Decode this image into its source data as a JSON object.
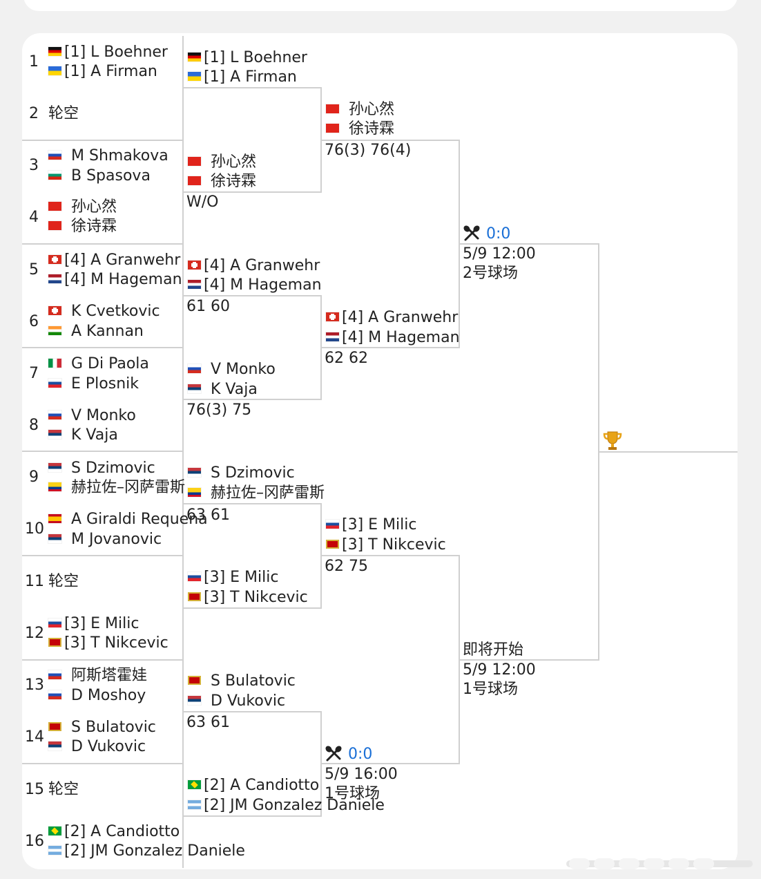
{
  "bracket": {
    "round1": [
      {
        "num": "1",
        "p": [
          {
            "flag": "de",
            "name": "[1] L Boehner"
          },
          {
            "flag": "ua",
            "name": "[1] A Firman"
          }
        ]
      },
      {
        "num": "2",
        "bye": "轮空"
      },
      {
        "num": "3",
        "p": [
          {
            "flag": "ru",
            "name": "M Shmakova"
          },
          {
            "flag": "bg",
            "name": "B Spasova"
          }
        ]
      },
      {
        "num": "4",
        "p": [
          {
            "flag": "cn",
            "name": "孙心然"
          },
          {
            "flag": "cn",
            "name": "徐诗霖"
          }
        ]
      },
      {
        "num": "5",
        "p": [
          {
            "flag": "ch",
            "name": "[4] A Granwehr"
          },
          {
            "flag": "nl",
            "name": "[4] M Hageman"
          }
        ]
      },
      {
        "num": "6",
        "p": [
          {
            "flag": "ch",
            "name": "K Cvetkovic"
          },
          {
            "flag": "in",
            "name": "A Kannan"
          }
        ]
      },
      {
        "num": "7",
        "p": [
          {
            "flag": "it",
            "name": "G Di Paola"
          },
          {
            "flag": "si",
            "name": "E Plosnik"
          }
        ]
      },
      {
        "num": "8",
        "p": [
          {
            "flag": "ru",
            "name": "V Monko"
          },
          {
            "flag": "rs",
            "name": "K Vaja"
          }
        ]
      },
      {
        "num": "9",
        "p": [
          {
            "flag": "rs",
            "name": "S Dzimovic"
          },
          {
            "flag": "co",
            "name": "赫拉佐–冈萨雷斯"
          }
        ]
      },
      {
        "num": "10",
        "p": [
          {
            "flag": "es",
            "name": "A Giraldi Requena"
          },
          {
            "flag": "rs",
            "name": "M Jovanovic"
          }
        ]
      },
      {
        "num": "11",
        "bye": "轮空"
      },
      {
        "num": "12",
        "p": [
          {
            "flag": "si",
            "name": "[3] E Milic"
          },
          {
            "flag": "me",
            "name": "[3] T Nikcevic"
          }
        ]
      },
      {
        "num": "13",
        "p": [
          {
            "flag": "ru",
            "name": "阿斯塔霍娃"
          },
          {
            "flag": "ru",
            "name": "D Moshoy"
          }
        ]
      },
      {
        "num": "14",
        "p": [
          {
            "flag": "me",
            "name": "S Bulatovic"
          },
          {
            "flag": "rs",
            "name": "D Vukovic"
          }
        ]
      },
      {
        "num": "15",
        "bye": "轮空"
      },
      {
        "num": "16",
        "p": [
          {
            "flag": "br",
            "name": "[2] A Candiotto"
          },
          {
            "flag": "ar",
            "name": "[2] JM Gonzalez Daniele"
          }
        ]
      }
    ],
    "round2": [
      {
        "p": [
          {
            "flag": "de",
            "name": "[1] L Boehner"
          },
          {
            "flag": "ua",
            "name": "[1] A Firman"
          }
        ],
        "score": ""
      },
      {
        "p": [
          {
            "flag": "cn",
            "name": "孙心然"
          },
          {
            "flag": "cn",
            "name": "徐诗霖"
          }
        ],
        "score": "W/O"
      },
      {
        "p": [
          {
            "flag": "ch",
            "name": "[4] A Granwehr"
          },
          {
            "flag": "nl",
            "name": "[4] M Hageman"
          }
        ],
        "score": "61 60"
      },
      {
        "p": [
          {
            "flag": "ru",
            "name": "V Monko"
          },
          {
            "flag": "rs",
            "name": "K Vaja"
          }
        ],
        "score": "76(3) 75"
      },
      {
        "p": [
          {
            "flag": "rs",
            "name": "S Dzimovic"
          },
          {
            "flag": "co",
            "name": "赫拉佐–冈萨雷斯"
          }
        ],
        "score": "63 61"
      },
      {
        "p": [
          {
            "flag": "si",
            "name": "[3] E Milic"
          },
          {
            "flag": "me",
            "name": "[3] T Nikcevic"
          }
        ],
        "score": ""
      },
      {
        "p": [
          {
            "flag": "me",
            "name": "S Bulatovic"
          },
          {
            "flag": "rs",
            "name": "D Vukovic"
          }
        ],
        "score": "63 61"
      },
      {
        "p": [
          {
            "flag": "br",
            "name": "[2] A Candiotto"
          },
          {
            "flag": "ar",
            "name": "[2] JM Gonzalez Daniele"
          }
        ],
        "score": ""
      }
    ],
    "round3": [
      {
        "p": [
          {
            "flag": "cn",
            "name": "孙心然"
          },
          {
            "flag": "cn",
            "name": "徐诗霖"
          }
        ],
        "score": "76(3) 76(4)"
      },
      {
        "p": [
          {
            "flag": "ch",
            "name": "[4] A Granwehr"
          },
          {
            "flag": "nl",
            "name": "[4] M Hageman"
          }
        ],
        "score": "62 62"
      },
      {
        "p": [
          {
            "flag": "si",
            "name": "[3] E Milic"
          },
          {
            "flag": "me",
            "name": "[3] T Nikcevic"
          }
        ],
        "score": "62 75"
      },
      {
        "live": {
          "score": "0:0",
          "time": "5/9 16:00",
          "court": "1号球场"
        }
      }
    ],
    "semis": [
      {
        "live": {
          "score": "0:0",
          "time": "5/9 12:00",
          "court": "2号球场"
        }
      },
      {
        "status": "即将开始",
        "time": "5/9 12:00",
        "court": "1号球场"
      }
    ]
  },
  "colors": {
    "live_score": "#1a6fd6",
    "line": "#d0d0d0"
  }
}
